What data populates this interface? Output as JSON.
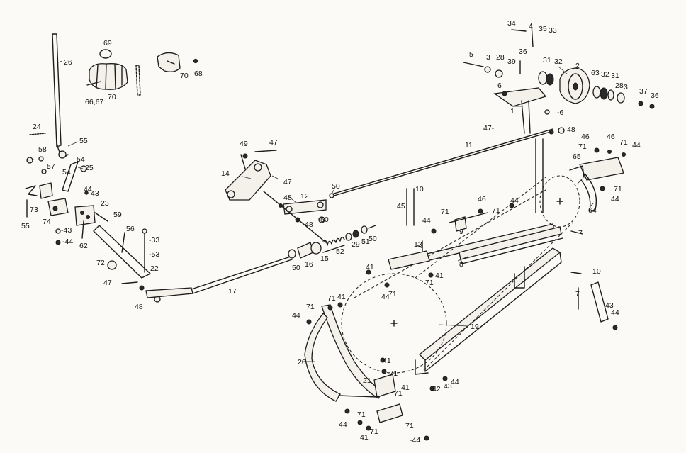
{
  "callouts": [
    {
      "id": "c26",
      "text": "26"
    },
    {
      "id": "c69",
      "text": "69"
    },
    {
      "id": "c70a",
      "text": "70"
    },
    {
      "id": "c70b",
      "text": "70"
    },
    {
      "id": "c68",
      "text": "68"
    },
    {
      "id": "c6667",
      "text": "66,67"
    },
    {
      "id": "c24",
      "text": "24"
    },
    {
      "id": "c55a",
      "text": "55"
    },
    {
      "id": "c58",
      "text": "58"
    },
    {
      "id": "c57",
      "text": "57"
    },
    {
      "id": "c54a",
      "text": "54"
    },
    {
      "id": "c54b",
      "text": "54"
    },
    {
      "id": "c25",
      "text": "25"
    },
    {
      "id": "c44a",
      "text": "44"
    },
    {
      "id": "c43a",
      "text": "43"
    },
    {
      "id": "c23",
      "text": "23"
    },
    {
      "id": "c59",
      "text": "59"
    },
    {
      "id": "c73",
      "text": "73"
    },
    {
      "id": "c74",
      "text": "74"
    },
    {
      "id": "c55b",
      "text": "55"
    },
    {
      "id": "c43b",
      "text": "-43"
    },
    {
      "id": "c44b",
      "text": "-44"
    },
    {
      "id": "c62",
      "text": "62"
    },
    {
      "id": "c56",
      "text": "56"
    },
    {
      "id": "c33a",
      "text": "-33"
    },
    {
      "id": "c53",
      "text": "-53"
    },
    {
      "id": "c72",
      "text": "72"
    },
    {
      "id": "c22",
      "text": "22"
    },
    {
      "id": "c47a",
      "text": "47"
    },
    {
      "id": "c48a",
      "text": "48"
    },
    {
      "id": "c17",
      "text": "17"
    },
    {
      "id": "c49",
      "text": "49"
    },
    {
      "id": "c47b",
      "text": "47"
    },
    {
      "id": "c14",
      "text": "14"
    },
    {
      "id": "c47c",
      "text": "47"
    },
    {
      "id": "c48b",
      "text": "48"
    },
    {
      "id": "c12",
      "text": "12"
    },
    {
      "id": "c48c",
      "text": "48"
    },
    {
      "id": "c50a",
      "text": "50"
    },
    {
      "id": "c50b",
      "text": "50"
    },
    {
      "id": "c52",
      "text": "52"
    },
    {
      "id": "c29",
      "text": "29"
    },
    {
      "id": "c51",
      "text": "51"
    },
    {
      "id": "c50c",
      "text": "50"
    },
    {
      "id": "c50d",
      "text": "50"
    },
    {
      "id": "c16",
      "text": "16"
    },
    {
      "id": "c15",
      "text": "15"
    },
    {
      "id": "c11",
      "text": "11"
    },
    {
      "id": "c34",
      "text": "34"
    },
    {
      "id": "c4",
      "text": "4"
    },
    {
      "id": "c35",
      "text": "35"
    },
    {
      "id": "c33b",
      "text": "33"
    },
    {
      "id": "c36a",
      "text": "36"
    },
    {
      "id": "c5",
      "text": "5"
    },
    {
      "id": "c3a",
      "text": "3"
    },
    {
      "id": "c28a",
      "text": "28"
    },
    {
      "id": "c39",
      "text": "39"
    },
    {
      "id": "c31a",
      "text": "31"
    },
    {
      "id": "c32a",
      "text": "32"
    },
    {
      "id": "c2",
      "text": "2"
    },
    {
      "id": "c63",
      "text": "63"
    },
    {
      "id": "c32b",
      "text": "32"
    },
    {
      "id": "c31b",
      "text": "31"
    },
    {
      "id": "c28b",
      "text": "28"
    },
    {
      "id": "c3b",
      "text": "3"
    },
    {
      "id": "c37",
      "text": "37"
    },
    {
      "id": "c36b",
      "text": "36"
    },
    {
      "id": "c6a",
      "text": "6"
    },
    {
      "id": "c1",
      "text": "1"
    },
    {
      "id": "c6b",
      "text": "-6"
    },
    {
      "id": "c47d",
      "text": "47-"
    },
    {
      "id": "c48d",
      "text": "48"
    },
    {
      "id": "c46a",
      "text": "46"
    },
    {
      "id": "c46b",
      "text": "46"
    },
    {
      "id": "c71a",
      "text": "71"
    },
    {
      "id": "c71b",
      "text": "71"
    },
    {
      "id": "c44c",
      "text": "44"
    },
    {
      "id": "c65",
      "text": "65"
    },
    {
      "id": "c71c",
      "text": "71"
    },
    {
      "id": "c44d",
      "text": "44"
    },
    {
      "id": "c64",
      "text": "64"
    },
    {
      "id": "c10a",
      "text": "10"
    },
    {
      "id": "c45",
      "text": "45"
    },
    {
      "id": "c44e",
      "text": "44"
    },
    {
      "id": "c71d",
      "text": "71"
    },
    {
      "id": "c46c",
      "text": "46"
    },
    {
      "id": "c9",
      "text": "9"
    },
    {
      "id": "c71e",
      "text": "71"
    },
    {
      "id": "c44f",
      "text": "44"
    },
    {
      "id": "c7a",
      "text": "7"
    },
    {
      "id": "c13",
      "text": "13"
    },
    {
      "id": "c8",
      "text": "8"
    },
    {
      "id": "c41a",
      "text": "41"
    },
    {
      "id": "c71f",
      "text": "71"
    },
    {
      "id": "c41b",
      "text": "41"
    },
    {
      "id": "c44g",
      "text": "44"
    },
    {
      "id": "c71g",
      "text": "71"
    },
    {
      "id": "c10b",
      "text": "10"
    },
    {
      "id": "c7b",
      "text": "7"
    },
    {
      "id": "c43c",
      "text": "43"
    },
    {
      "id": "c44h",
      "text": "44"
    },
    {
      "id": "c71h",
      "text": "71"
    },
    {
      "id": "c41c",
      "text": "41"
    },
    {
      "id": "c44i",
      "text": "44"
    },
    {
      "id": "c71i",
      "text": "71"
    },
    {
      "id": "c19",
      "text": "19"
    },
    {
      "id": "c20",
      "text": "20"
    },
    {
      "id": "c41d",
      "text": "41"
    },
    {
      "id": "c71j",
      "text": "-71"
    },
    {
      "id": "c21",
      "text": "21"
    },
    {
      "id": "c71k",
      "text": "71"
    },
    {
      "id": "c41e",
      "text": "41"
    },
    {
      "id": "c42",
      "text": "42"
    },
    {
      "id": "c43d",
      "text": "43"
    },
    {
      "id": "c44j",
      "text": "44"
    },
    {
      "id": "c44k",
      "text": "44"
    },
    {
      "id": "c71l",
      "text": "71"
    },
    {
      "id": "c41f",
      "text": "41"
    },
    {
      "id": "c71m",
      "text": "71"
    },
    {
      "id": "c71n",
      "text": "71"
    },
    {
      "id": "c44l",
      "text": "-44"
    }
  ]
}
